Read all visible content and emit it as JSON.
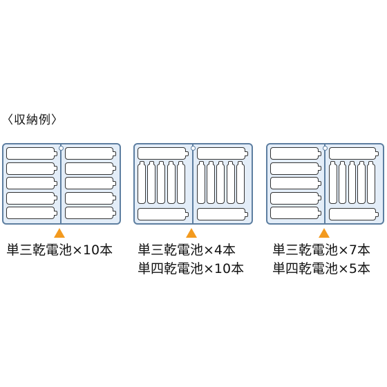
{
  "heading": "〈収納例〉",
  "accent_color": "#f39a1e",
  "case_color": "#5d7ea0",
  "examples": [
    {
      "caption_lines": [
        "単三乾電池×10本"
      ]
    },
    {
      "caption_lines": [
        "単三乾電池×4本",
        "単四乾電池×10本"
      ]
    },
    {
      "caption_lines": [
        "単三乾電池×7本",
        "単四乾電池×5本"
      ]
    }
  ]
}
